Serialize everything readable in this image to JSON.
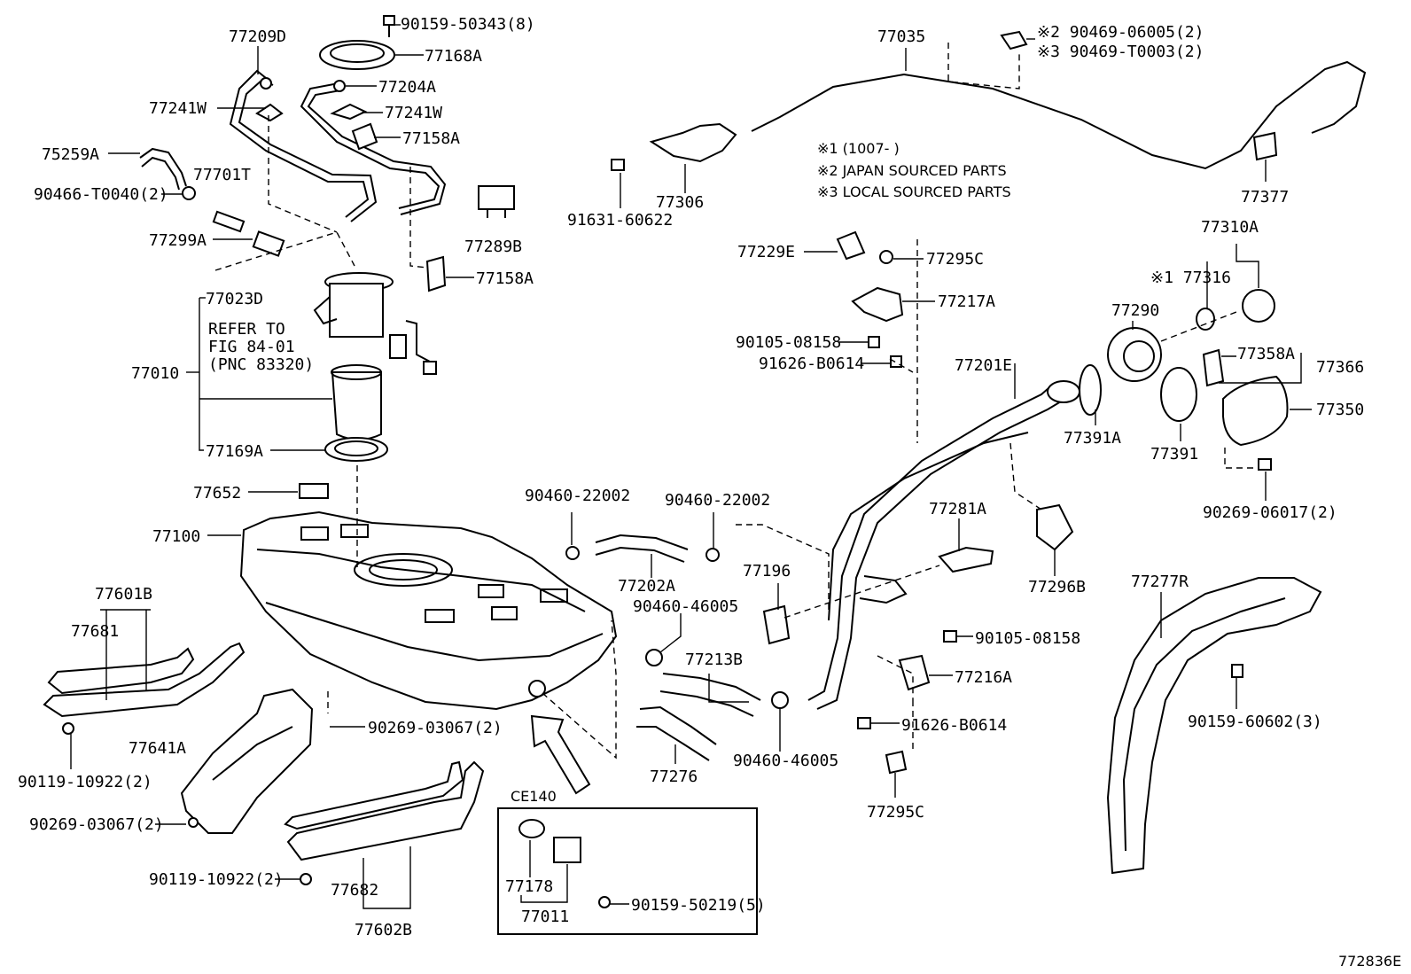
{
  "labels": {
    "p77209D": "77209D",
    "p90159_50343": "90159-50343(8)",
    "p77168A": "77168A",
    "p77204A": "77204A",
    "p77241W_a": "77241W",
    "p77241W_b": "77241W",
    "p77158A_a": "77158A",
    "p75259A": "75259A",
    "p77701T": "77701T",
    "p90466_T0040": "90466-T0040(2)",
    "p77299A": "77299A",
    "p77289B": "77289B",
    "p77158A_b": "77158A",
    "p77023D": "77023D",
    "ref1": "REFER TO",
    "ref2": "FIG 84-01",
    "ref3": "(PNC 83320)",
    "p77010": "77010",
    "p77169A": "77169A",
    "p77652": "77652",
    "p77100": "77100",
    "p77601B": "77601B",
    "p77681": "77681",
    "p90119_10922_a": "90119-10922(2)",
    "p77641A": "77641A",
    "p90269_03067_a": "90269-03067(2)",
    "p90269_03067_b": "90269-03067(2)",
    "p90119_10922_b": "90119-10922(2)",
    "p77682": "77682",
    "p77602B": "77602B",
    "ce140": "CE140",
    "p77178": "77178",
    "p77011": "77011",
    "p90159_50219": "90159-50219(5)",
    "p90460_22002_a": "90460-22002",
    "p90460_22002_b": "90460-22002",
    "p77202A": "77202A",
    "p90460_46005_a": "90460-46005",
    "p77213B": "77213B",
    "p77276": "77276",
    "p90460_46005_b": "90460-46005",
    "p77196": "77196",
    "p77035": "77035",
    "p90469_06005": "※2 90469-06005(2)",
    "p90469_T0003": "※3 90469-T0003(2)",
    "p77306": "77306",
    "p91631_60622": "91631-60622",
    "note1": "※1 (1007-        )",
    "note2": "※2 JAPAN SOURCED PARTS",
    "note3": "※3 LOCAL SOURCED PARTS",
    "p77377": "77377",
    "p77229E": "77229E",
    "p77295C_a": "77295C",
    "p77217A": "77217A",
    "p90105_08158_a": "90105-08158",
    "p91626_B0614_a": "91626-B0614",
    "p77310A": "77310A",
    "p77316": "※1 77316",
    "p77290": "77290",
    "p77201E": "77201E",
    "p77358A": "77358A",
    "p77366": "77366",
    "p77350": "77350",
    "p77391A": "77391A",
    "p77391": "77391",
    "p90269_06017": "90269-06017(2)",
    "p77281A": "77281A",
    "p77296B": "77296B",
    "p77277R": "77277R",
    "p90105_08158_b": "90105-08158",
    "p77216A": "77216A",
    "p91626_B0614_b": "91626-B0614",
    "p90159_60602": "90159-60602(3)",
    "p77295C_b": "77295C",
    "figure_id": "772836E"
  }
}
